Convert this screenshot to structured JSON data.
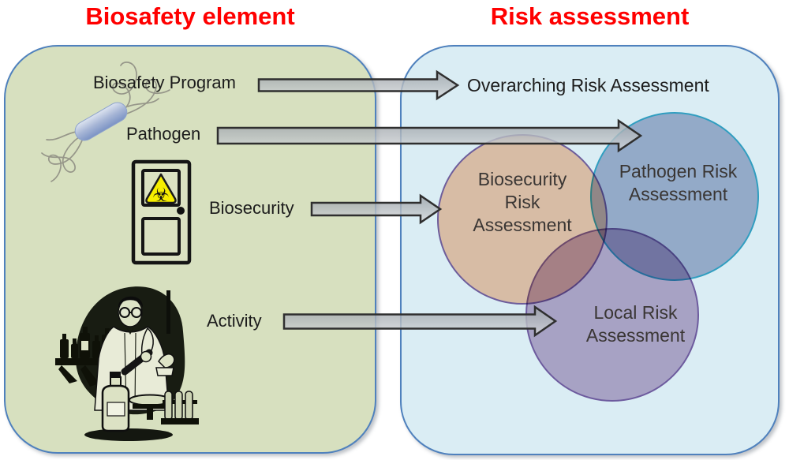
{
  "titles": {
    "left": "Biosafety element",
    "right": "Risk assessment",
    "color": "#ff0000"
  },
  "panels": {
    "left": {
      "bg": "#d7e0bf",
      "border": "#4f81bd"
    },
    "right": {
      "bg": "#daedf4",
      "border": "#4f81bd"
    }
  },
  "elements": {
    "biosafety_program": "Biosafety Program",
    "pathogen": "Pathogen",
    "biosecurity": "Biosecurity",
    "activity": "Activity"
  },
  "assessments": {
    "overarching": "Overarching Risk Assessment",
    "circles": [
      {
        "id": "biosecurity-risk",
        "lines": [
          "Biosecurity",
          "Risk",
          "Assessment"
        ],
        "fill": "#fccaad",
        "border": "#8064a2"
      },
      {
        "id": "pathogen-risk",
        "lines": [
          "Pathogen Risk",
          "Assessment"
        ],
        "fill": "#acb7d1",
        "border": "#38aac9"
      },
      {
        "id": "local-risk",
        "lines": [
          "Local Risk",
          "Assessment"
        ],
        "fill": "#c4aecd",
        "border": "#7f62a5"
      }
    ]
  },
  "arrows": [
    {
      "from": "Biosafety Program",
      "to": "Overarching Risk Assessment"
    },
    {
      "from": "Pathogen",
      "to": "Pathogen Risk Assessment"
    },
    {
      "from": "Biosecurity",
      "to": "Biosecurity Risk Assessment"
    },
    {
      "from": "Activity",
      "to": "Local Risk Assessment"
    }
  ],
  "arrow_style": {
    "fill_top": "#9aa0a6",
    "fill_bottom": "#d8dadc",
    "border": "#2f2f2f"
  },
  "icons": {
    "door_sign": "biohazard"
  }
}
